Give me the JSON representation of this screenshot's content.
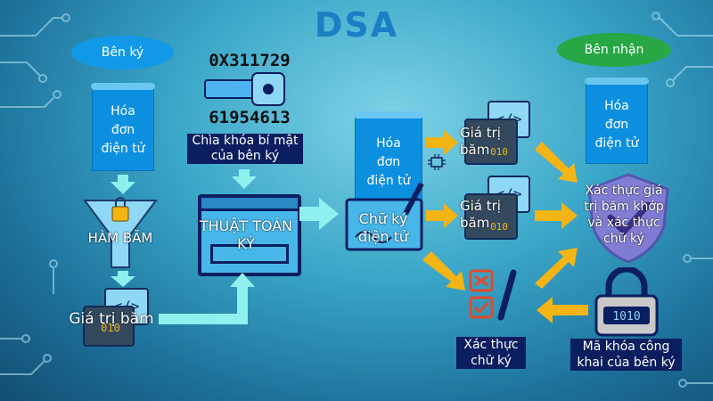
{
  "title": "DSA",
  "colors": {
    "pill_sender": "#1199e8",
    "pill_receiver": "#28a745",
    "arrow_yellow": "#f4b413",
    "arrow_cyan": "#8ff0f0"
  },
  "sender_label": "Bên ký",
  "receiver_label": "Bên nhận",
  "invoice_left": [
    "Hóa",
    "đơn",
    "điện tử"
  ],
  "invoice_middle": [
    "Hóa",
    "đơn",
    "điện tử"
  ],
  "invoice_right": [
    "Hóa",
    "đơn",
    "điện tử"
  ],
  "hash_function": "HÀM BĂM",
  "hash_value_left": "Giá trị băm",
  "key_code_top": "0X311729",
  "key_code_bottom": "61954613",
  "private_key_label": [
    "Chìa khóa bí mật",
    "của bên ký"
  ],
  "signing_algorithm": [
    "THUẬT TOÁN",
    "KÝ"
  ],
  "digital_signature": [
    "Chữ ký",
    "điện tử"
  ],
  "hash_value_top": [
    "Giá trị",
    "băm"
  ],
  "hash_value_mid": [
    "Giá trị",
    "băm"
  ],
  "verify_result": [
    "Xác thực giá",
    "trị băm khớp",
    "và xác thực",
    "chữ ký"
  ],
  "verify_signature_label": [
    "Xác thực",
    "chữ ký"
  ],
  "public_key_label": [
    "Mã khóa công",
    "khai của bên ký"
  ],
  "lock_code": "1010"
}
